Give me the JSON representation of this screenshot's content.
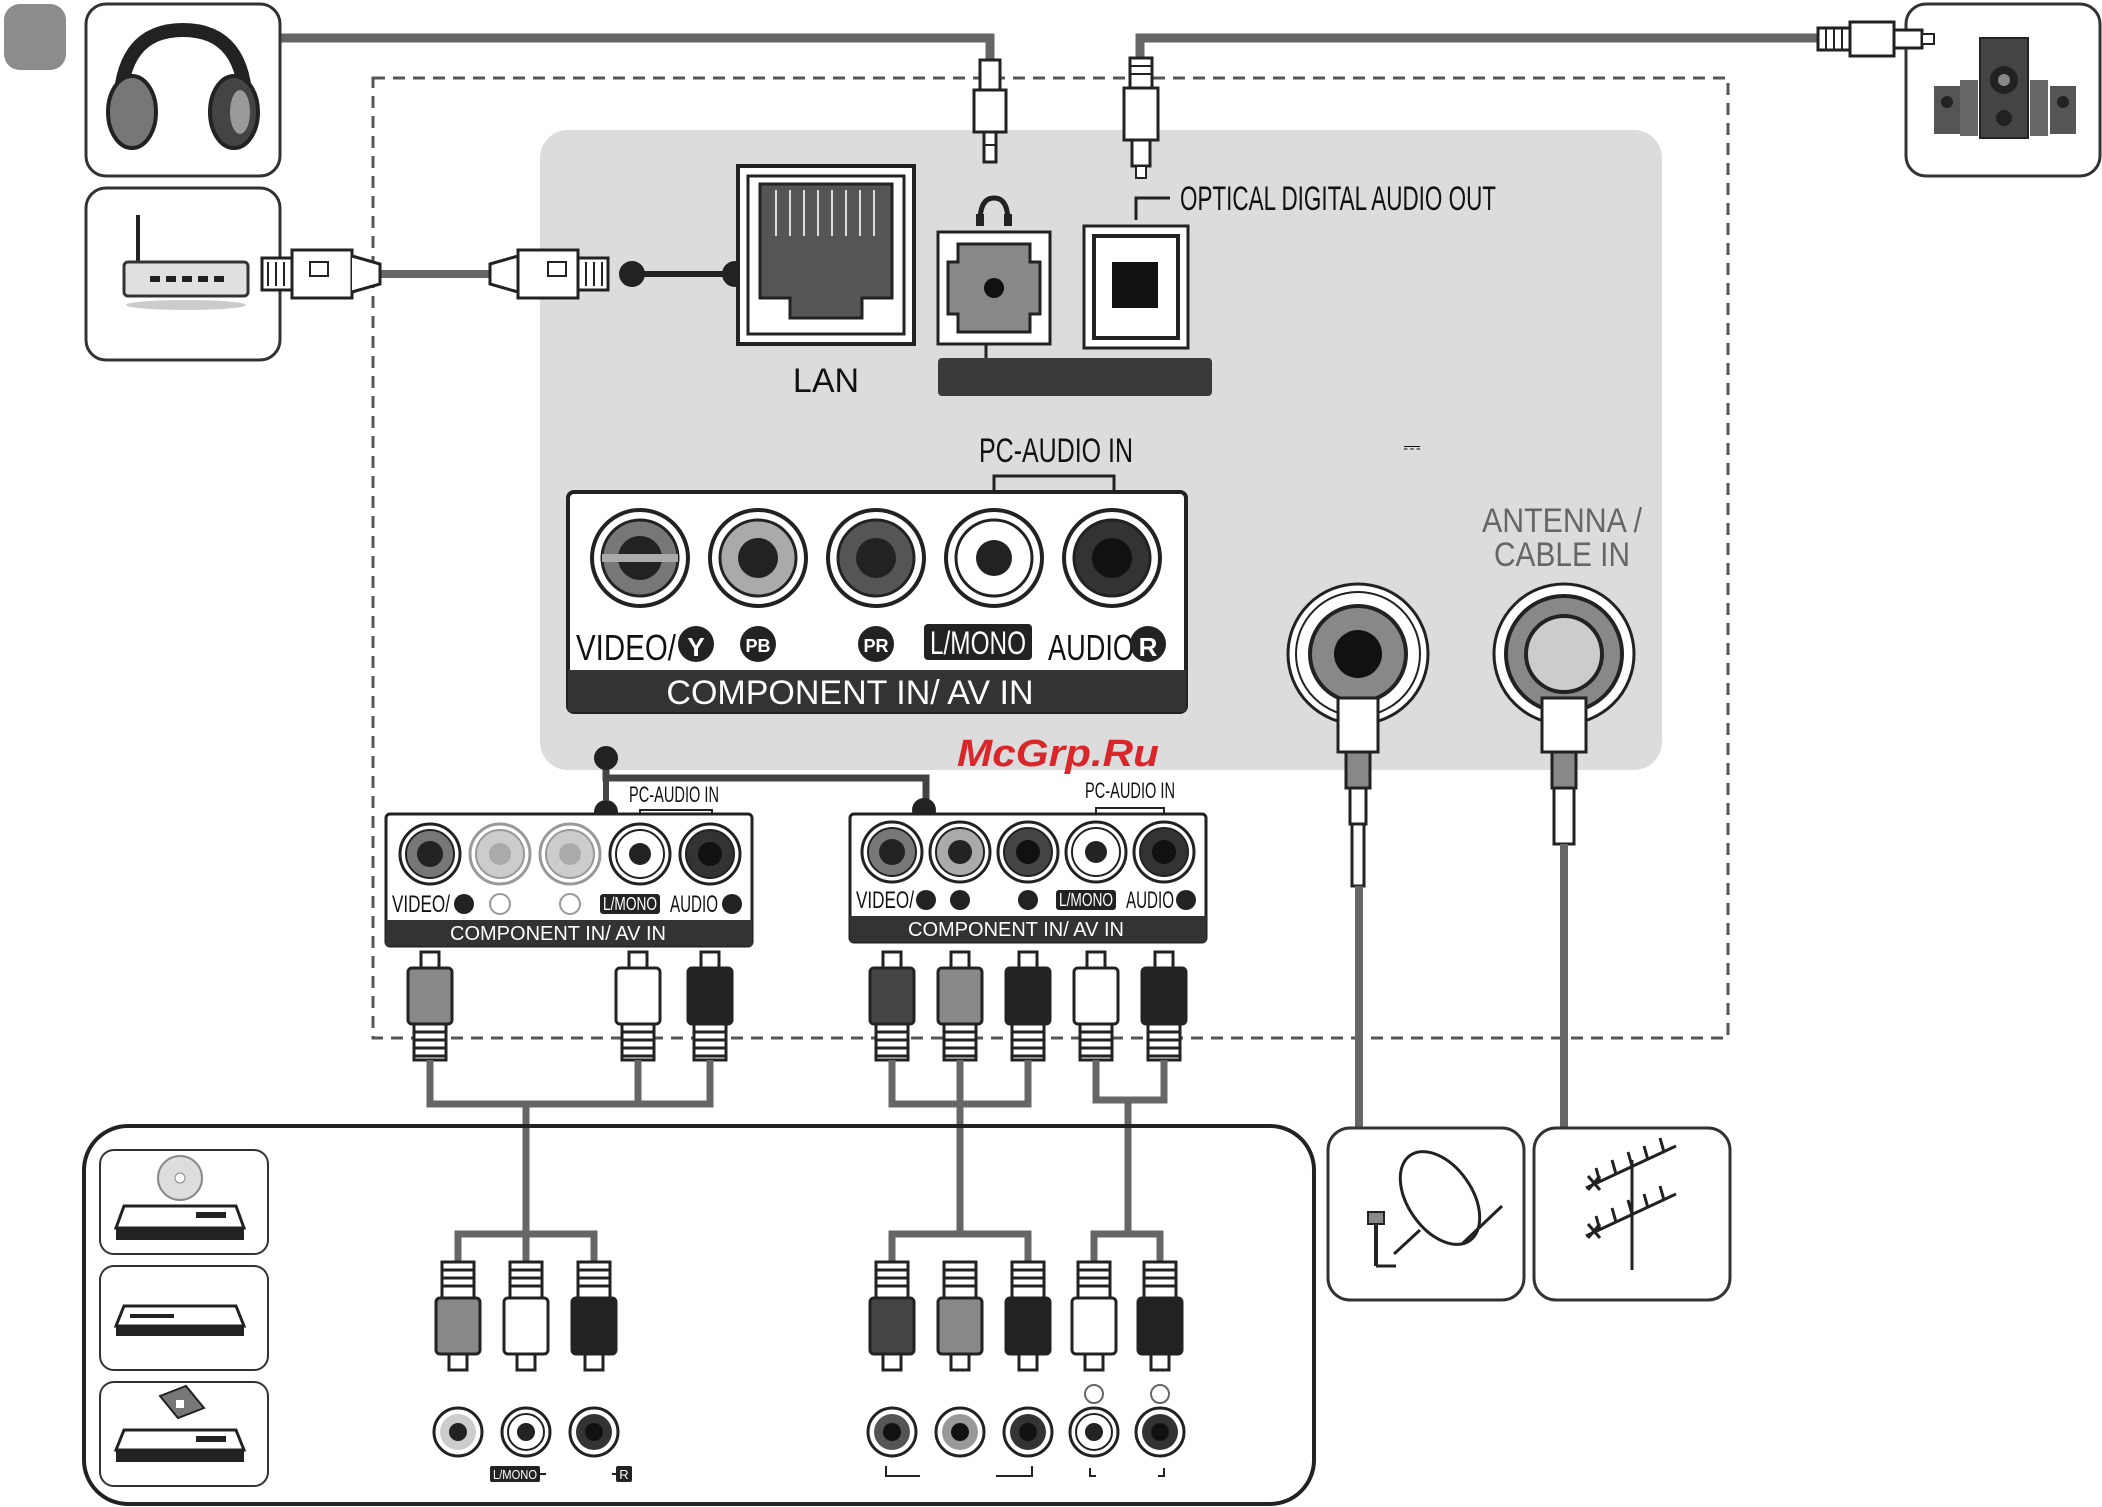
{
  "labels": {
    "lan": "LAN",
    "optical": "OPTICAL DIGITAL AUDIO OUT",
    "pc_audio_in": "PC-AUDIO IN",
    "video_y": "VIDEO/",
    "y": "Y",
    "pb": "PB",
    "pr": "PR",
    "l_mono": "L/MONO",
    "audio": "AUDIO",
    "r": "R",
    "component_av_in": "COMPONENT IN/ AV IN",
    "antenna_line1": "ANTENNA /",
    "antenna_line2": "CABLE IN",
    "dc_symbol": "⎓",
    "l_mono_bottom": "L/MONO",
    "r_bottom": "R"
  },
  "watermark": "McGrp.Ru",
  "colors": {
    "panel_gray": "#dcdcdc",
    "cable_gray": "#666666",
    "dark": "#222222",
    "watermark_red": "#d9262b"
  },
  "icons": [
    "headphones-icon",
    "router-icon",
    "speaker-system-icon",
    "dvd-player-icon",
    "set-top-box-icon",
    "camcorder-icon",
    "satellite-dish-icon",
    "antenna-icon"
  ]
}
